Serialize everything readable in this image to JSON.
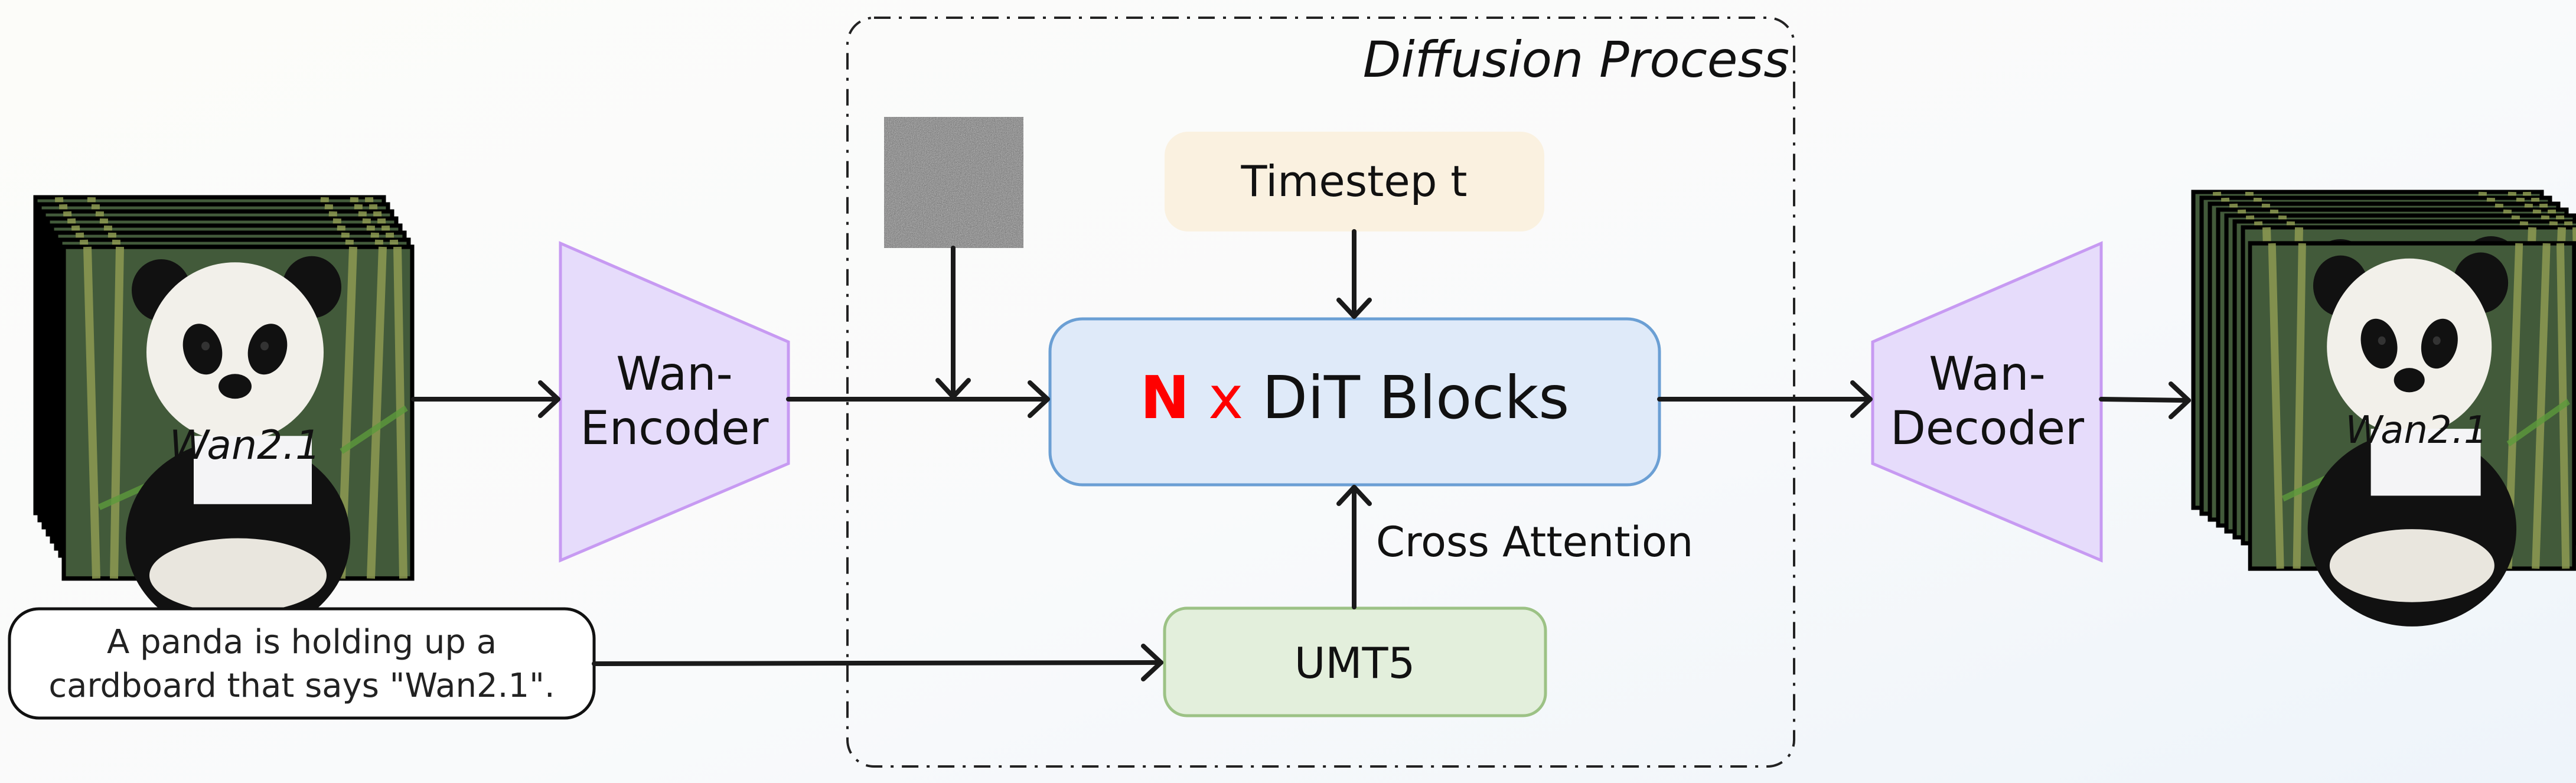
{
  "diffusion_label": "Diffusion Process",
  "input_video": {
    "sign_text": "Wan2.1"
  },
  "output_video": {
    "sign_text": "Wan2.1"
  },
  "encoder": {
    "line1": "Wan-",
    "line2": "Encoder"
  },
  "decoder": {
    "line1": "Wan-",
    "line2": "Decoder"
  },
  "prompt": {
    "line1": "A panda is holding up a",
    "line2": "cardboard that says \"Wan2.1\"."
  },
  "timestep": {
    "label": "Timestep t"
  },
  "dit": {
    "n": "N",
    "x": "x",
    "label": "DiT Blocks"
  },
  "cross_attention": "Cross Attention",
  "text_encoder": {
    "label": "UMT5"
  },
  "colors": {
    "encoder_fill": "#e6dcfb",
    "encoder_stroke": "#c79af2",
    "timestep_fill": "#faf1e0",
    "dit_fill": "#dfeaf9",
    "dit_stroke": "#6b9fd4",
    "umt5_fill": "#e3efdc",
    "umt5_stroke": "#9cc285",
    "n_color": "#ff0000"
  }
}
